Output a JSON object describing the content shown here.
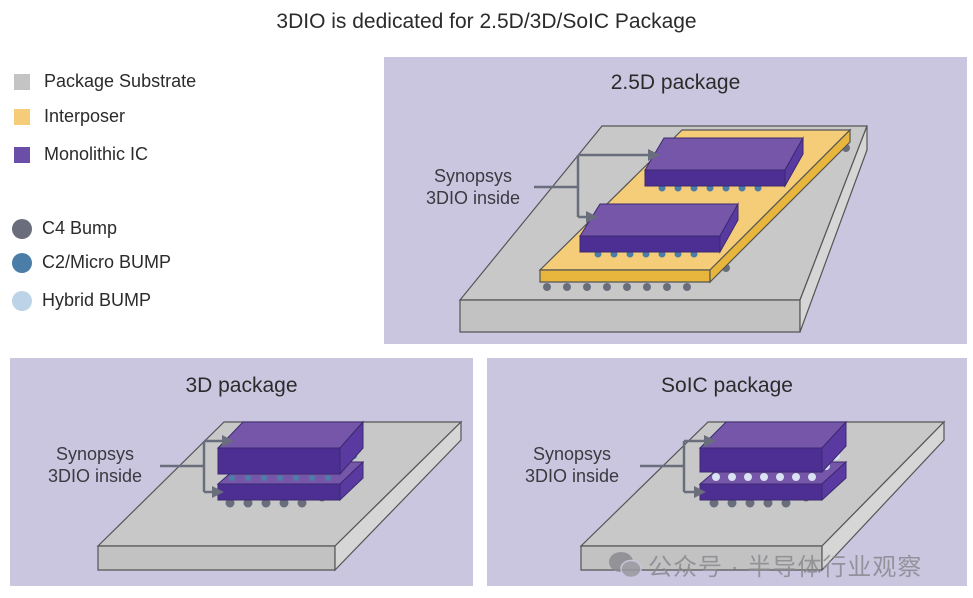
{
  "title": "3DIO is dedicated for 2.5D/3D/SoIC Package",
  "legend": {
    "materials": [
      {
        "label": "Package Substrate",
        "color": "#c4c4c4"
      },
      {
        "label": "Interposer",
        "color": "#f5cd78"
      },
      {
        "label": "Monolithic IC",
        "color": "#6a4ea8"
      }
    ],
    "bumps": [
      {
        "label": "C4 Bump",
        "color": "#6a6e7c"
      },
      {
        "label": "C2/Micro BUMP",
        "color": "#4a7ea8"
      },
      {
        "label": "Hybrid BUMP",
        "color": "#bcd3e8"
      }
    ]
  },
  "panels": {
    "p25d": {
      "title": "2.5D package",
      "callout_line1": "Synopsys",
      "callout_line2": "3DIO inside"
    },
    "p3d": {
      "title": "3D package",
      "callout_line1": "Synopsys",
      "callout_line2": "3DIO inside"
    },
    "psoic": {
      "title": "SoIC package",
      "callout_line1": "Synopsys",
      "callout_line2": "3DIO inside"
    }
  },
  "watermark": {
    "text": "公众号 · 半导体行业观察",
    "icon": "wechat-icon"
  }
}
